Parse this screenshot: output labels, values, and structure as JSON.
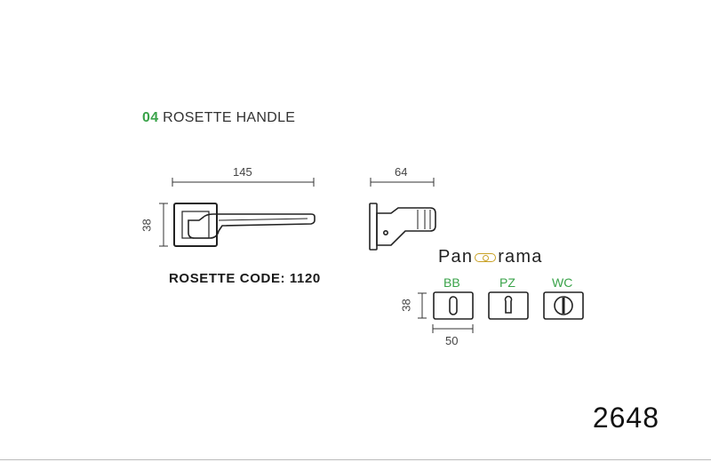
{
  "section": {
    "number": "04",
    "title": "ROSETTE HANDLE"
  },
  "front_view": {
    "width_dim": "145",
    "height_dim": "38"
  },
  "side_view": {
    "depth_dim": "64"
  },
  "rosette_code": "ROSETTE CODE: 1120",
  "brand": {
    "part1": "Pan",
    "part2": "rama"
  },
  "escutcheons": {
    "height_dim": "38",
    "width_dim": "50",
    "variants": [
      "BB",
      "PZ",
      "WC"
    ]
  },
  "model_number": "2648",
  "colors": {
    "accent": "#3aa34a",
    "brand_ring": "#c9a227"
  }
}
